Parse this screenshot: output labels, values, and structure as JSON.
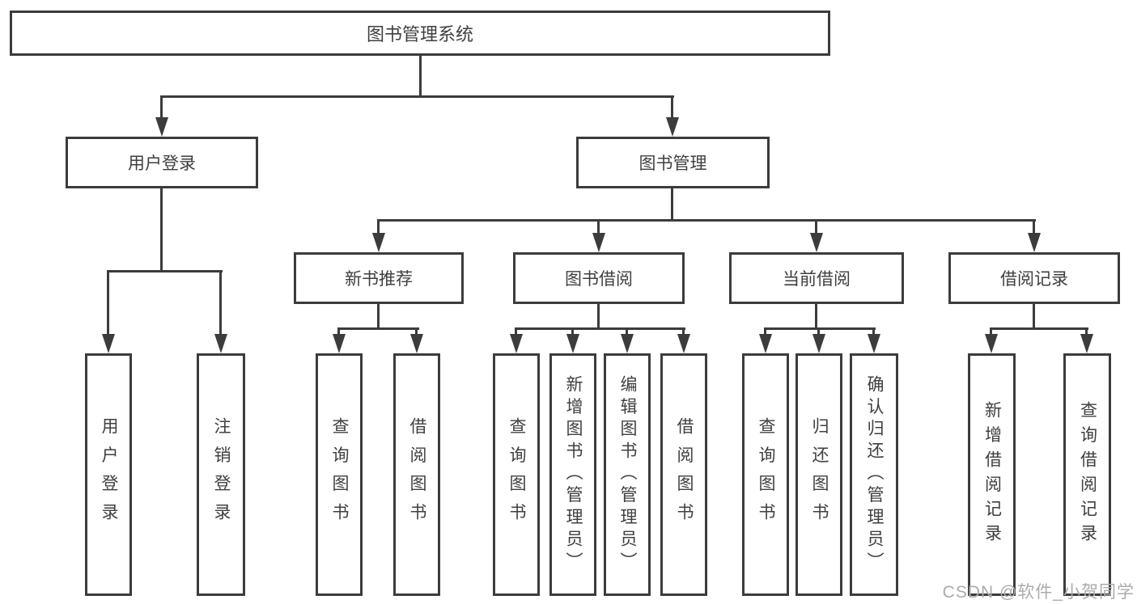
{
  "tree": {
    "root": "图书管理系统",
    "branches": [
      {
        "label": "用户登录",
        "leaves": [
          "用户登录",
          "注销登录"
        ]
      },
      {
        "label": "图书管理",
        "sections": [
          {
            "label": "新书推荐",
            "leaves": [
              "查询图书",
              "借阅图书"
            ]
          },
          {
            "label": "图书借阅",
            "leaves": [
              "查询图书",
              "新增图书（管理员）",
              "编辑图书（管理员）",
              "借阅图书"
            ]
          },
          {
            "label": "当前借阅",
            "leaves": [
              "查询图书",
              "归还图书",
              "确认归还（管理员）"
            ]
          },
          {
            "label": "借阅记录",
            "leaves": [
              "新增借阅记录",
              "查询借阅记录"
            ]
          }
        ]
      }
    ]
  },
  "watermark": "CSDN @软件_小贺同学",
  "colors": {
    "line": "#3c3c3c",
    "text": "#3f3f3f",
    "watermark": "#ababab",
    "background": "#ffffff"
  }
}
